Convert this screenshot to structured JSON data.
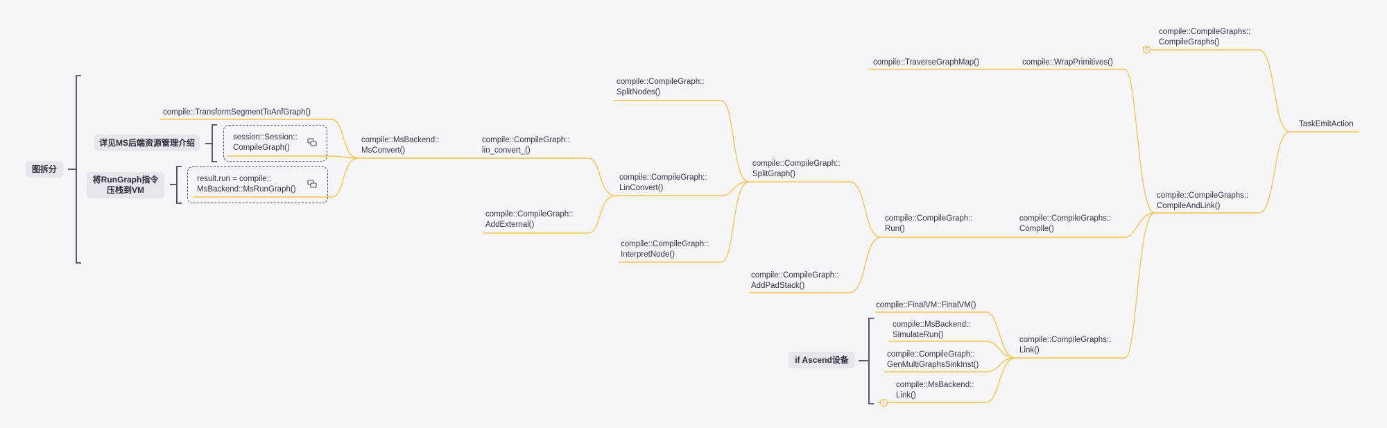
{
  "colors": {
    "branch": "#f5c451",
    "bracket": "#4a4a55",
    "tag_bg": "#e6e6ec",
    "background": "#f5f5fa"
  },
  "nodes": {
    "root": "TaskEmitAction",
    "compile_graphs_ctor": [
      "compile::CompileGraphs::",
      "CompileGraphs()"
    ],
    "compile_and_link": [
      "compile::CompileGraphs::",
      "CompileAndLink()"
    ],
    "wrap_primitives": "compile::WrapPrimitives()",
    "traverse_graph_map": "compile::TraverseGraphMap()",
    "compile_graphs_compile": [
      "compile::CompileGraphs::",
      "Compile()"
    ],
    "compile_graph_run": [
      "compile::CompileGraph::",
      "Run()"
    ],
    "split_graph": [
      "compile::CompileGraph::",
      "SplitGraph()"
    ],
    "split_nodes": [
      "compile::CompileGraph::",
      "SplitNodes()"
    ],
    "lin_convert_upper": [
      "compile::CompileGraph::",
      "LinConvert()"
    ],
    "interpret_node": [
      "compile::CompileGraph::",
      "InterpretNode()"
    ],
    "add_pad_stack": [
      "compile::CompileGraph::",
      "AddPadStack()"
    ],
    "lin_convert_lower": [
      "compile::CompileGraph::",
      "lin_convert_()"
    ],
    "add_external": [
      "compile::CompileGraph::",
      "AddExternal()"
    ],
    "ms_convert": [
      "compile::MsBackend::",
      "MsConvert()"
    ],
    "transform_segment": "compile::TransformSegmentToAnfGraph()",
    "session_compile_graph": [
      "session::Session::",
      "CompileGraph()"
    ],
    "ms_run_graph": [
      "result.run = compile::",
      "MsBackend::MsRunGraph()"
    ],
    "compile_graphs_link": [
      "compile::CompileGraphs::",
      "Link()"
    ],
    "final_vm": "compile::FinalVM::FinalVM()",
    "simulate_run": [
      "compile::MsBackend::",
      "SimulateRun()"
    ],
    "gen_multi_graphs": [
      "compile::CompileGraph::",
      "GenMultiGraphsSinkInst()"
    ],
    "ms_backend_link": [
      "compile::MsBackend::",
      "Link()"
    ]
  },
  "tags": {
    "graph_split": "图拆分",
    "ms_backend_ref": "详见MS后端资源管理介绍",
    "run_graph_push": [
      "将RunGraph指令",
      "压栈到VM"
    ],
    "if_ascend": "if Ascend设备"
  },
  "markers": {
    "compile_graphs_ctor": "2",
    "ms_backend_link": "1"
  },
  "icons": {
    "session_link": "link-icon",
    "run_graph_link": "link-icon"
  }
}
